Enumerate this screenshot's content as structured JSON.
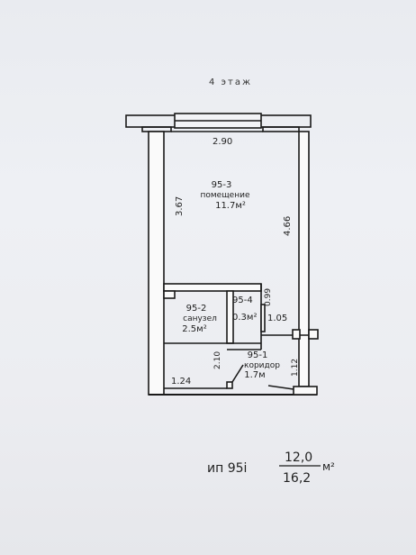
{
  "floor_label": "4 этаж",
  "rooms": [
    {
      "id": "95-3",
      "name": "помещение",
      "area": "11.7м²"
    },
    {
      "id": "95-2",
      "name": "санузел",
      "area": "2.5м²"
    },
    {
      "id": "95-4",
      "area": "0.3м²"
    },
    {
      "id": "95-1",
      "name": "коридор",
      "area": "1.7м"
    }
  ],
  "dimensions": {
    "top_width": "2.90",
    "left_height": "3.67",
    "right_height": "4.66",
    "small_room_height": "0.99",
    "small_room_width": "1.05",
    "bath_height": "2.10",
    "corridor_height": "1.12",
    "bottom_width": "1.24"
  },
  "summary": {
    "label": "ип 95і",
    "numerator": "12,0",
    "denominator": "16,2",
    "unit": "м²"
  },
  "colors": {
    "line": "#1a1a1a",
    "paper": "#eceef2"
  }
}
